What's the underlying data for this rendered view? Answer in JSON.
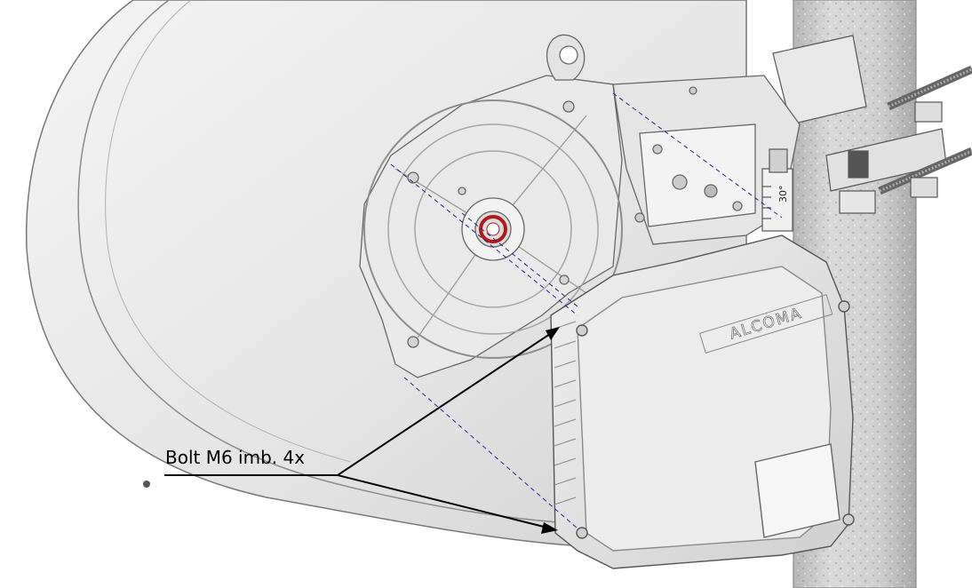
{
  "diagram": {
    "callout": {
      "label": "Bolt M6 imb. 4x"
    },
    "brand_label": "ALCOMA",
    "angle_scale_label": "30°",
    "colors": {
      "background": "#ffffff",
      "dish": "#e6e6e6",
      "metal": "#d9d9d9",
      "pole": "#c8c8c8",
      "guide_lines": "#1f2a9a",
      "seal_ring": "#b01a1a",
      "callout_lines": "#000000"
    }
  }
}
